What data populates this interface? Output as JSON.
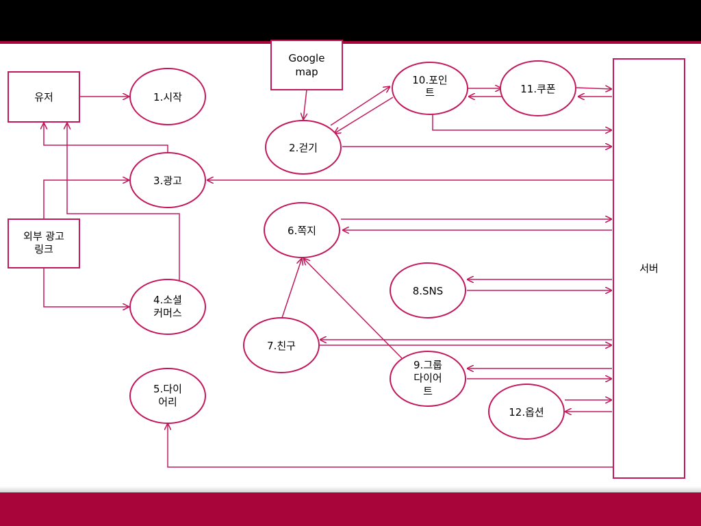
{
  "colors": {
    "accent": "#c2185b",
    "top_bar": "#000000",
    "bottom_bar": "#a8063a"
  },
  "nodes": {
    "user": [
      "유저"
    ],
    "external_ad_link": [
      "외부 광고",
      "링크"
    ],
    "google_map": [
      "Google",
      "map"
    ],
    "start": [
      "1.시작"
    ],
    "walk": [
      "2.걷기"
    ],
    "ad": [
      "3.광고"
    ],
    "social_commerce": [
      "4.소셜",
      "커머스"
    ],
    "diary": [
      "5.다이",
      "어리"
    ],
    "message": [
      "6.쪽지"
    ],
    "friend": [
      "7.친구"
    ],
    "sns": [
      "8.SNS"
    ],
    "group_diet": [
      "9.그룹",
      "다이어",
      "트"
    ],
    "point": [
      "10.포인",
      "트"
    ],
    "coupon": [
      "11.쿠폰"
    ],
    "option": [
      "12.옵션"
    ],
    "server": [
      "서버"
    ]
  }
}
